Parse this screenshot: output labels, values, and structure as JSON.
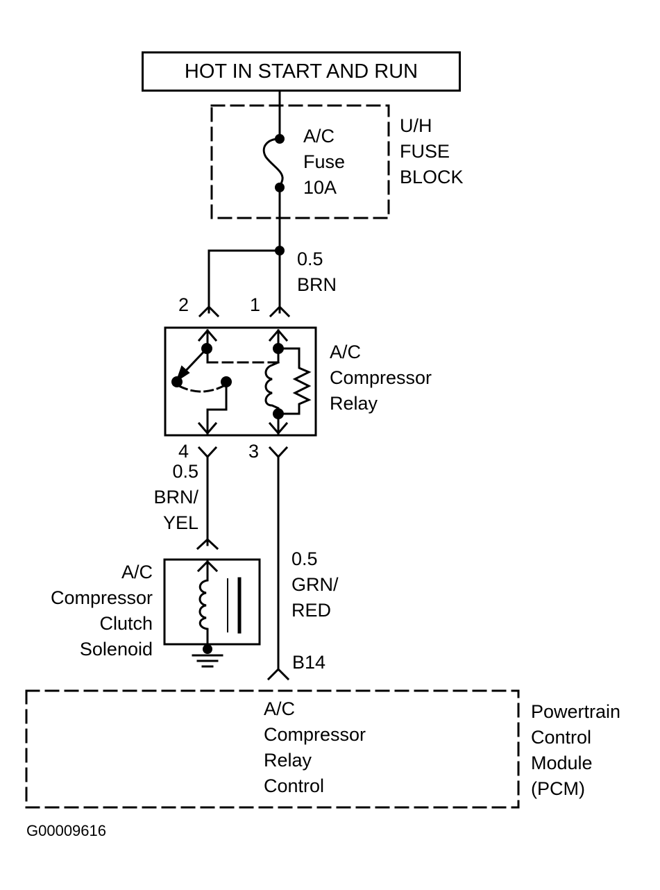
{
  "diagram": {
    "title": "A/C Compressor Relay Circuit",
    "power_source": "HOT IN START AND RUN",
    "fuse_block": {
      "label_lines": [
        "U/H",
        "FUSE",
        "BLOCK"
      ]
    },
    "fuse": {
      "label_lines": [
        "A/C",
        "Fuse",
        "10A"
      ]
    },
    "wire_top": {
      "size": "0.5",
      "color": "BRN"
    },
    "relay": {
      "label_lines": [
        "A/C",
        "Compressor",
        "Relay"
      ],
      "pins": {
        "p1": "1",
        "p2": "2",
        "p3": "3",
        "p4": "4"
      }
    },
    "wire_pin4": {
      "size": "0.5",
      "color_lines": [
        "BRN/",
        "YEL"
      ]
    },
    "wire_pin3": {
      "size": "0.5",
      "color_lines": [
        "GRN/",
        "RED"
      ]
    },
    "solenoid": {
      "label_lines": [
        "A/C",
        "Compressor",
        "Clutch",
        "Solenoid"
      ]
    },
    "pcm": {
      "connector": "B14",
      "function_lines": [
        "A/C",
        "Compressor",
        "Relay",
        "Control"
      ],
      "label_lines": [
        "Powertrain",
        "Control",
        "Module",
        "(PCM)"
      ]
    },
    "figure_id": "G00009616"
  }
}
